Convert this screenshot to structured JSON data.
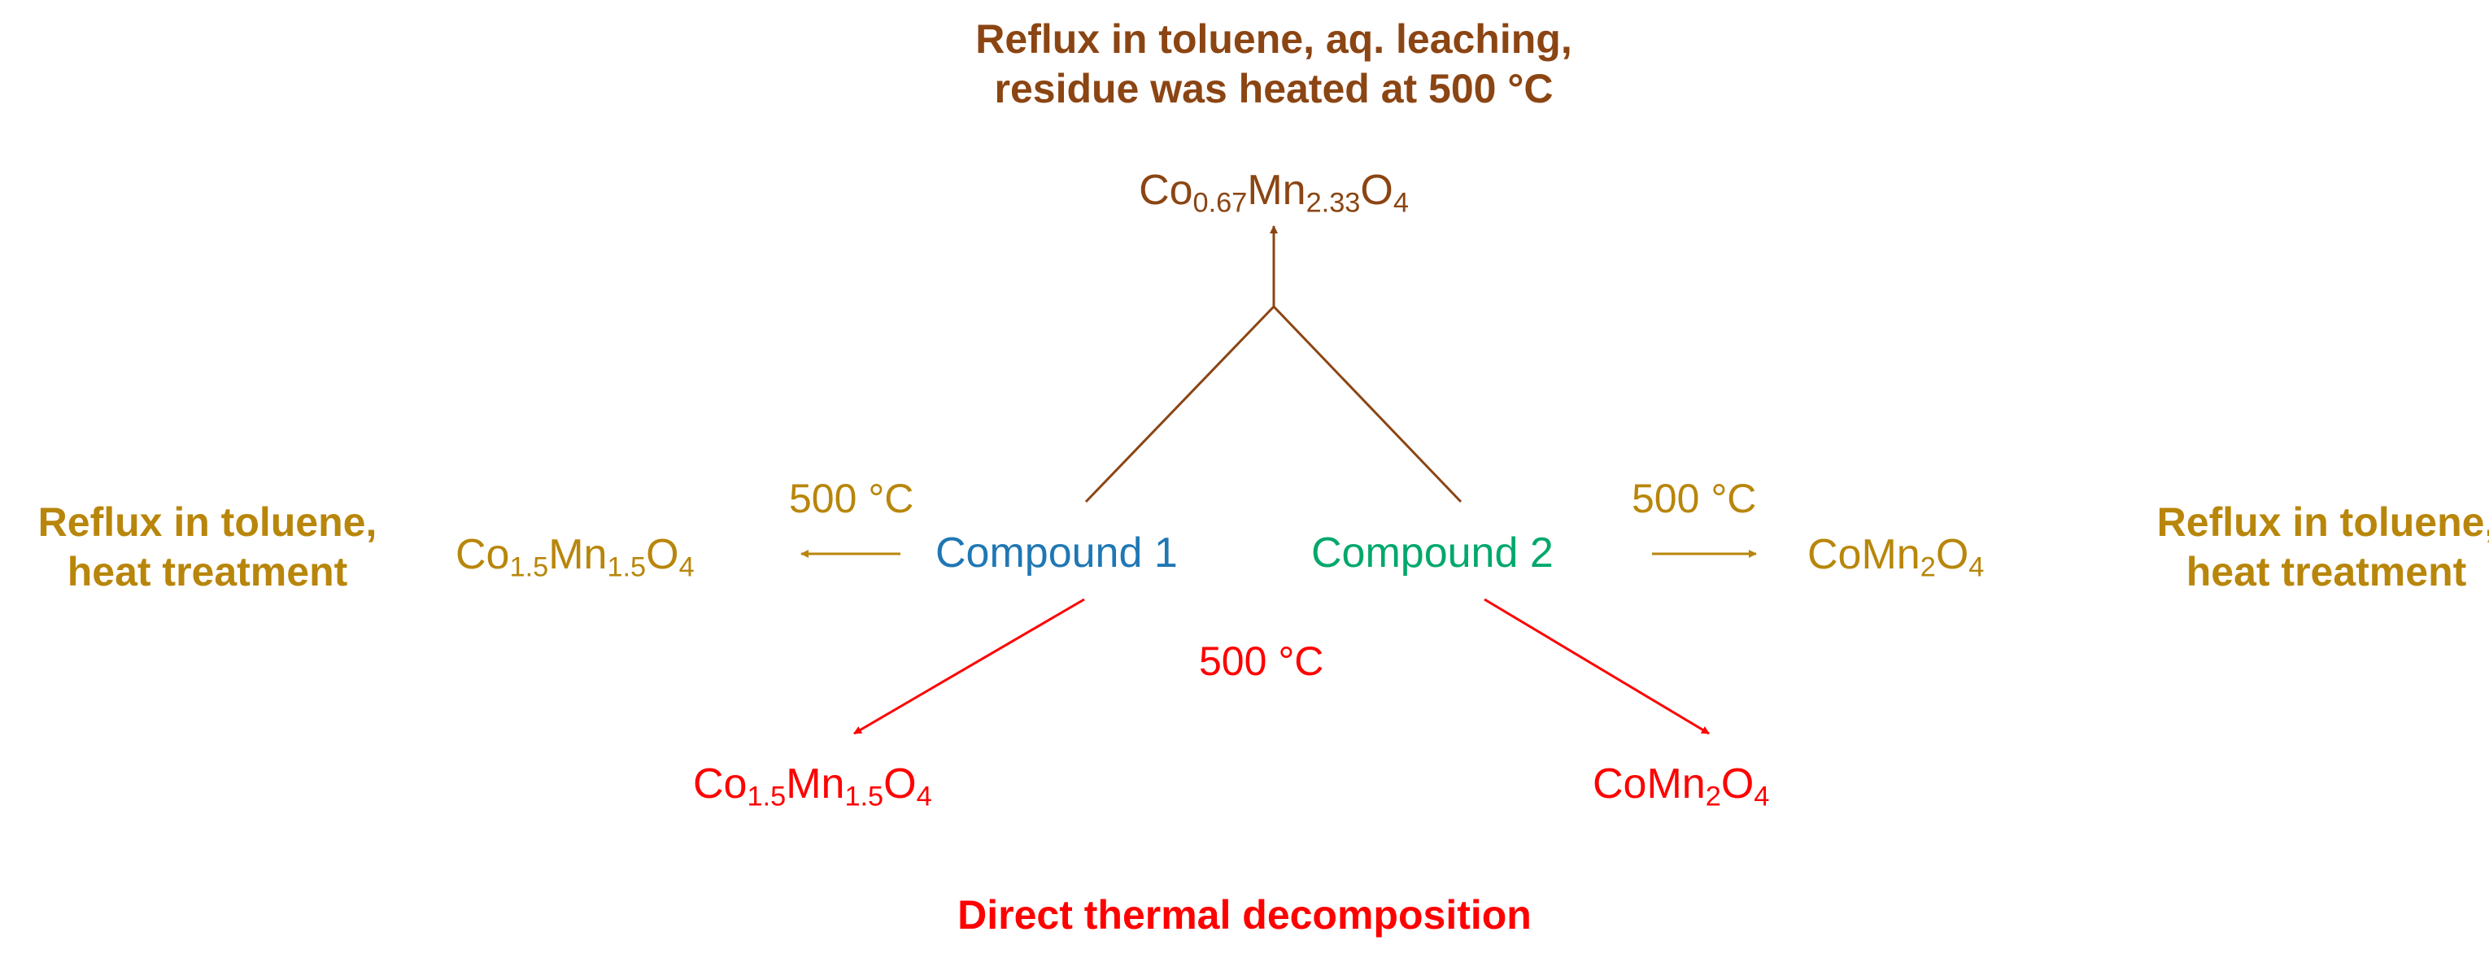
{
  "colors": {
    "brown": "#8b4513",
    "gold": "#b8860b",
    "red": "#ff0000",
    "blue": "#1f77b4",
    "green": "#00a86b"
  },
  "top": {
    "condition_line1": "Reflux in toluene, aq. leaching,",
    "condition_line2": "residue was heated at 500 °C",
    "product": {
      "el1": "Co",
      "sub1": "0.67",
      "el2": "Mn",
      "sub2": "2.33",
      "el3": "O",
      "sub3": "4"
    }
  },
  "compounds": {
    "compound1": "Compound 1",
    "compound2": "Compound 2"
  },
  "left": {
    "temperature": "500 °C",
    "condition_line1": "Reflux in toluene,",
    "condition_line2": "heat treatment",
    "product": {
      "el1": "Co",
      "sub1": "1.5",
      "el2": "Mn",
      "sub2": "1.5",
      "el3": "O",
      "sub3": "4"
    }
  },
  "right": {
    "temperature": "500 °C",
    "condition_line1": "Reflux in toluene,",
    "condition_line2": "heat treatment",
    "product": {
      "el1": "CoMn",
      "sub1": "2",
      "el2": "O",
      "sub2": "4"
    }
  },
  "bottom": {
    "temperature": "500 °C",
    "left_product": {
      "el1": "Co",
      "sub1": "1.5",
      "el2": "Mn",
      "sub2": "1.5",
      "el3": "O",
      "sub3": "4"
    },
    "right_product": {
      "el1": "CoMn",
      "sub1": "2",
      "el2": "O",
      "sub2": "4"
    },
    "label": "Direct thermal decomposition"
  }
}
